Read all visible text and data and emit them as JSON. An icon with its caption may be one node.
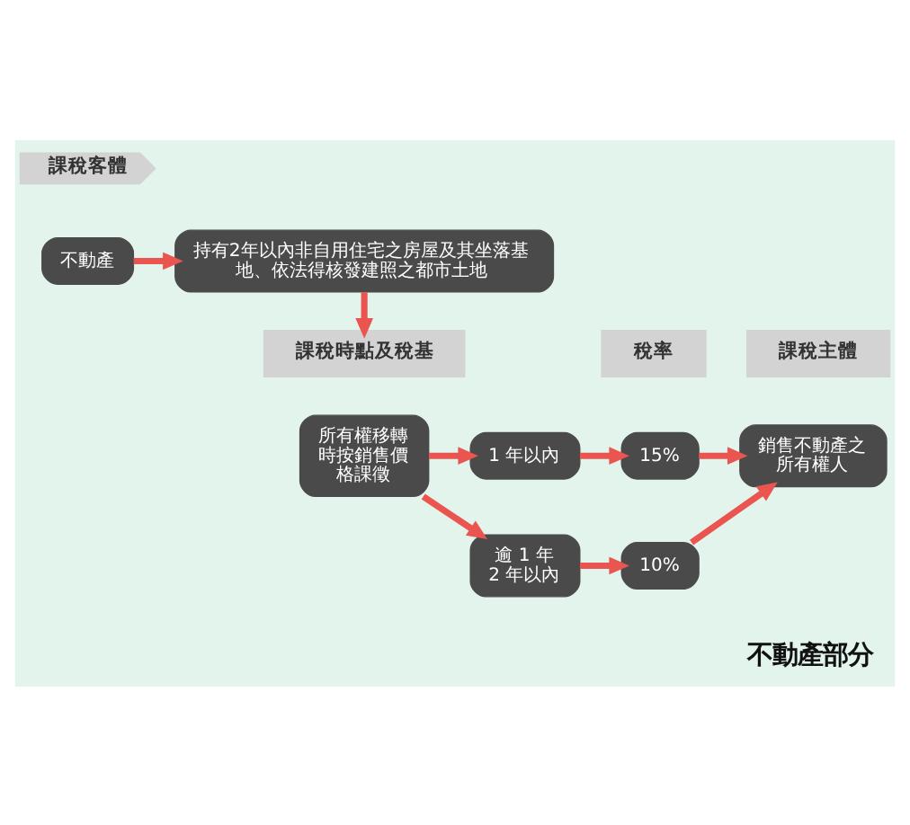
{
  "diagram": {
    "nodes": [
      {
        "text": [
          "課稅客體"
        ]
      },
      {
        "text": [
          "不動產"
        ]
      },
      {
        "text": [
          "持有2年以內非自用住宅之房屋及其坐落基地、依法得核發建照之都市土地"
        ]
      },
      {
        "text": [
          "課稅時點及稅基"
        ]
      },
      {
        "text": [
          "稅率"
        ]
      },
      {
        "text": [
          "課稅主體"
        ]
      },
      {
        "text": [
          "所有權移轉時按銷售價格課徵"
        ]
      },
      {
        "text": [
          "1 年以內"
        ]
      },
      {
        "text": [
          "逾 1 年 2 年以內"
        ]
      },
      {
        "text": [
          "15%"
        ]
      },
      {
        "text": [
          "10%"
        ]
      },
      {
        "text": [
          "銷售不動產之所有權人"
        ]
      }
    ],
    "edges": [
      {
        "from": 1,
        "to": 2,
        "arrow": "to"
      },
      {
        "from": 2,
        "to": 3,
        "arrow": "to"
      },
      {
        "from": 6,
        "to": 7,
        "arrow": "to"
      },
      {
        "from": 6,
        "to": 8,
        "arrow": "to"
      },
      {
        "from": 7,
        "to": 9,
        "arrow": "to"
      },
      {
        "from": 8,
        "to": 10,
        "arrow": "to"
      },
      {
        "from": 9,
        "to": 11,
        "arrow": "to"
      },
      {
        "from": 10,
        "to": 11,
        "arrow": "to"
      }
    ],
    "labels": [
      "不動產部分"
    ]
  }
}
